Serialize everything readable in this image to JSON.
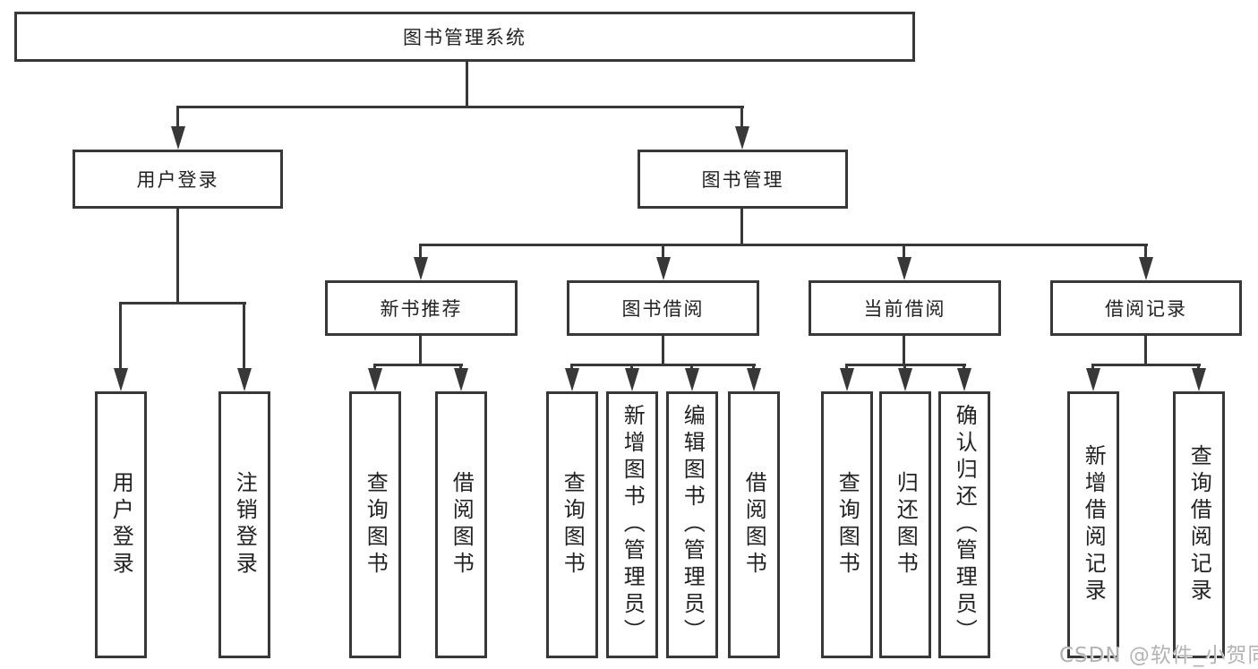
{
  "colors": {
    "line": "#383838",
    "text": "#222222",
    "background": "#ffffff",
    "watermark": "#b3b3b3"
  },
  "root": {
    "label": "图书管理系统"
  },
  "branches": {
    "user_login": {
      "label": "用户登录",
      "children": [
        {
          "label": "用户登录"
        },
        {
          "label": "注销登录"
        }
      ]
    },
    "book_management": {
      "label": "图书管理",
      "children": [
        {
          "label": "新书推荐",
          "children": [
            {
              "label": "查询图书"
            },
            {
              "label": "借阅图书"
            }
          ]
        },
        {
          "label": "图书借阅",
          "children": [
            {
              "label": "查询图书"
            },
            {
              "label": "新增图书（管理员）"
            },
            {
              "label": "编辑图书（管理员）"
            },
            {
              "label": "借阅图书"
            }
          ]
        },
        {
          "label": "当前借阅",
          "children": [
            {
              "label": "查询图书"
            },
            {
              "label": "归还图书"
            },
            {
              "label": "确认归还（管理员）"
            }
          ]
        },
        {
          "label": "借阅记录",
          "children": [
            {
              "label": "新增借阅记录"
            },
            {
              "label": "查询借阅记录"
            }
          ]
        }
      ]
    }
  },
  "watermark": {
    "text": "CSDN @软件_小贺同学"
  }
}
